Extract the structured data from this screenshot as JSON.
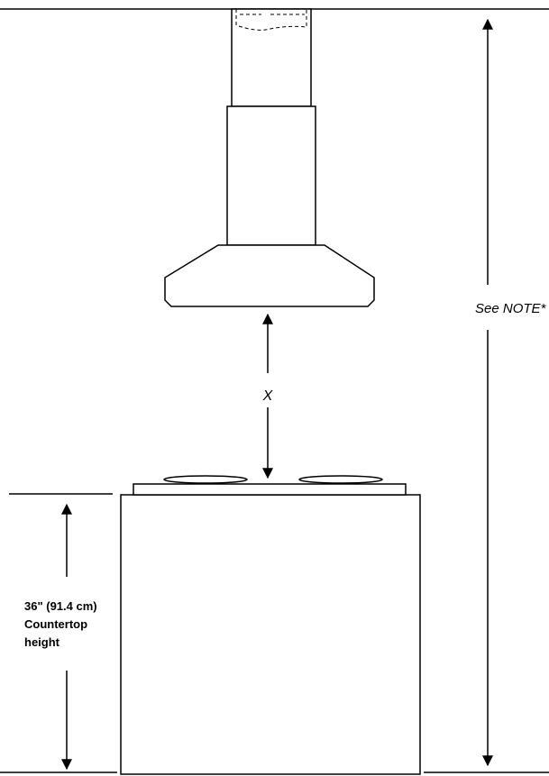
{
  "labels": {
    "see_note": "See NOTE*",
    "clearance": "X",
    "countertop_line1": "36\" (91.4 cm)",
    "countertop_line2": "Countertop",
    "countertop_line3": "height"
  },
  "colors": {
    "stroke": "#000000",
    "background": "#ffffff"
  }
}
